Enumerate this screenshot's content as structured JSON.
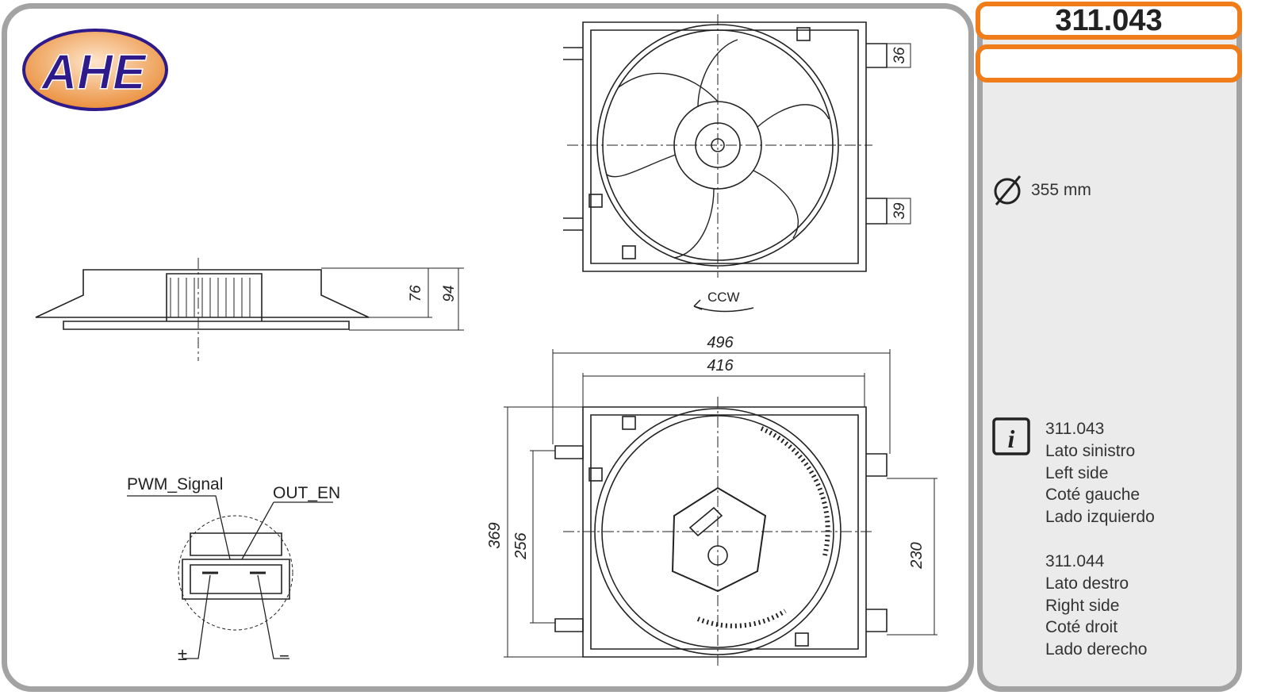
{
  "brand": {
    "logo_text": "AHE",
    "colors": {
      "orange": "#f07d1a",
      "navy": "#2e1a8a",
      "border": "#a3a3a3"
    }
  },
  "header": {
    "part_number": "311.043",
    "subtitle": ""
  },
  "specs": {
    "diameter": "355 mm",
    "diameter_icon": "diameter-icon"
  },
  "info": {
    "icon": "info-icon",
    "variants": [
      {
        "code": "311.043",
        "lines": [
          "Lato sinistro",
          "Left side",
          "Coté gauche",
          "Lado izquierdo"
        ]
      },
      {
        "code": "311.044",
        "lines": [
          "Lato destro",
          "Right side",
          "Coté droit",
          "Lado derecho"
        ]
      }
    ]
  },
  "drawing": {
    "top_view": {
      "dim_upper_tab": "36",
      "dim_lower_tab": "39",
      "rotation": "CCW"
    },
    "side_view": {
      "dim_inner": "76",
      "dim_outer": "94"
    },
    "rear_view": {
      "width_outer": "496",
      "width_inner": "416",
      "height_outer": "369",
      "height_inner": "256",
      "mount_spacing": "230"
    },
    "connector": {
      "pwm_label": "PWM_Signal",
      "out_label": "OUT_EN",
      "plus_label": "±",
      "minus_label": "−"
    }
  }
}
